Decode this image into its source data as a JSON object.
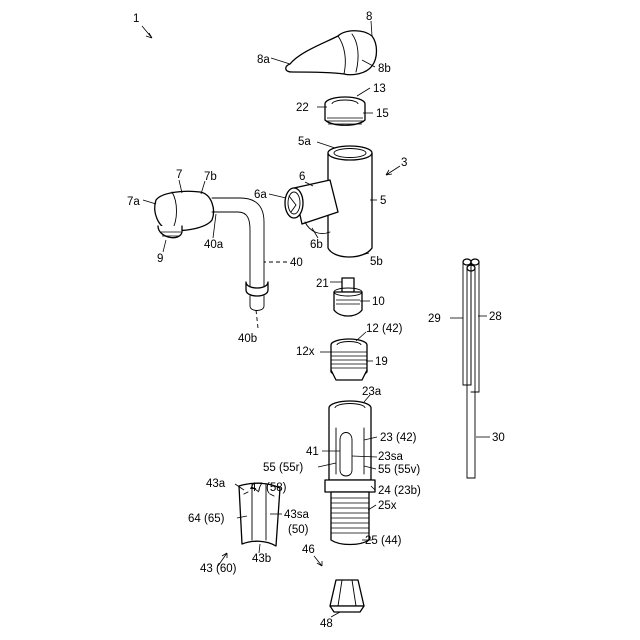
{
  "colors": {
    "ink": "#000000",
    "paper": "#ffffff"
  },
  "labels": {
    "l1": "1",
    "l8": "8",
    "l8a": "8a",
    "l8b": "8b",
    "l13": "13",
    "l22": "22",
    "l15": "15",
    "l5a": "5a",
    "l3": "3",
    "l6": "6",
    "l6a": "6a",
    "l5": "5",
    "l6b": "6b",
    "l5b": "5b",
    "l7": "7",
    "l7a": "7a",
    "l7b": "7b",
    "l9": "9",
    "l40a": "40a",
    "l40": "40",
    "l40b": "40b",
    "l21": "21",
    "l10": "10",
    "l12": "12 (42)",
    "l12x": "12x",
    "l19": "19",
    "l29": "29",
    "l28": "28",
    "l30": "30",
    "l23a": "23a",
    "l41": "41",
    "l23": "23 (42)",
    "l23sa": "23sa",
    "l55r": "55 (55r)",
    "l55v": "55 (55v)",
    "l24": "24 (23b)",
    "l25x": "25x",
    "l25": "25 (44)",
    "l43a": "43a",
    "l47": "47 (58)",
    "l64": "64 (65)",
    "l43sa": "43sa",
    "l50": "(50)",
    "l43b": "43b",
    "l43": "43 (60)",
    "l46": "46",
    "l48": "48"
  }
}
